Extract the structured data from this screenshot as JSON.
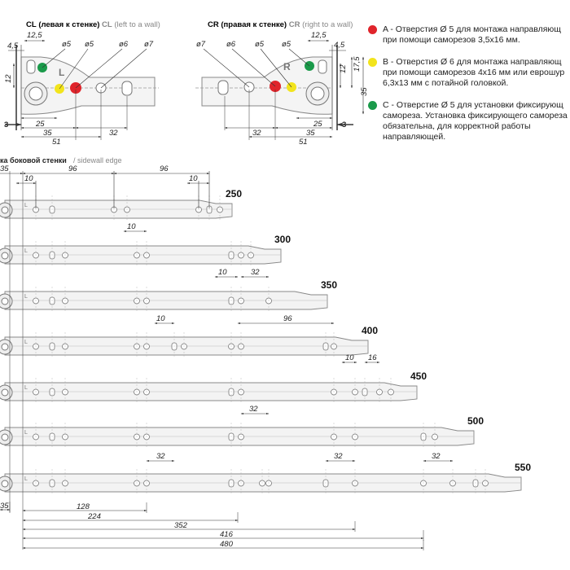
{
  "headers": {
    "cl": {
      "code": "CL",
      "ru": "(левая к стенке)",
      "code2": "CL",
      "en": "(left to a wall)"
    },
    "cr": {
      "code": "CR",
      "ru": "(правая к стенке)",
      "code2": "CR",
      "en": "(right to a wall)"
    },
    "sidewall": {
      "ru": "ка боковой стенки",
      "en": "/ sidewall edge"
    }
  },
  "legend": [
    {
      "letter": "A",
      "color": "#e0242b",
      "lines": [
        "A - Отверстия Ø 5 для монтажа направляющ",
        "при помощи саморезов 3,5х16 мм."
      ]
    },
    {
      "letter": "B",
      "color": "#f2e41c",
      "lines": [
        "B - Отверстия Ø 6 для монтажа направляющ",
        "при помощи саморезов 4х16 мм или еврошур",
        "6,3х13 мм с потайной головкой."
      ]
    },
    {
      "letter": "C",
      "color": "#1a9a4a",
      "lines": [
        "C - Отверстие Ø 5 для установки фиксирующ",
        "самореза. Установка фиксирующего самореза",
        "обязательна, для корректной работы",
        "направляющей."
      ]
    }
  ],
  "cl_detail": {
    "label": "L",
    "dims": {
      "d12_5": "12,5",
      "d4_5": "4,5",
      "d5a": "ø5",
      "d5b": "ø5",
      "d6": "ø6",
      "d7": "ø7",
      "d12": "12",
      "d3": "3",
      "d25": "25",
      "d35": "35",
      "d32": "32",
      "d51": "51"
    }
  },
  "cr_detail": {
    "label": "R",
    "dims": {
      "d7": "ø7",
      "d6": "ø6",
      "d5a": "ø5",
      "d5b": "ø5",
      "d12_5": "12,5",
      "d4_5": "4,5",
      "d12": "12",
      "d17_5": "17,5",
      "d35": "35",
      "d3": "3",
      "d25": "25",
      "d35b": "35",
      "d32": "32",
      "d51": "51"
    }
  },
  "runners": [
    {
      "length": "250"
    },
    {
      "length": "300"
    },
    {
      "length": "350"
    },
    {
      "length": "400"
    },
    {
      "length": "450"
    },
    {
      "length": "500"
    },
    {
      "length": "550"
    }
  ],
  "top_dims": {
    "d35": "35",
    "d10": "10",
    "d96a": "96",
    "d96b": "96",
    "d10b": "10"
  },
  "row_dims": {
    "r300": {
      "d10": "10"
    },
    "r350": {
      "d10": "10",
      "d32": "32"
    },
    "r400": {
      "d96": "96",
      "d10": "10"
    },
    "r450": {
      "d10": "10",
      "d16": "16"
    },
    "r500": {
      "d32": "32"
    },
    "r550": {
      "d32a": "32",
      "d32b": "32",
      "d32c": "32"
    }
  },
  "bottom_dims": [
    "35",
    "128",
    "224",
    "352",
    "416",
    "480"
  ]
}
